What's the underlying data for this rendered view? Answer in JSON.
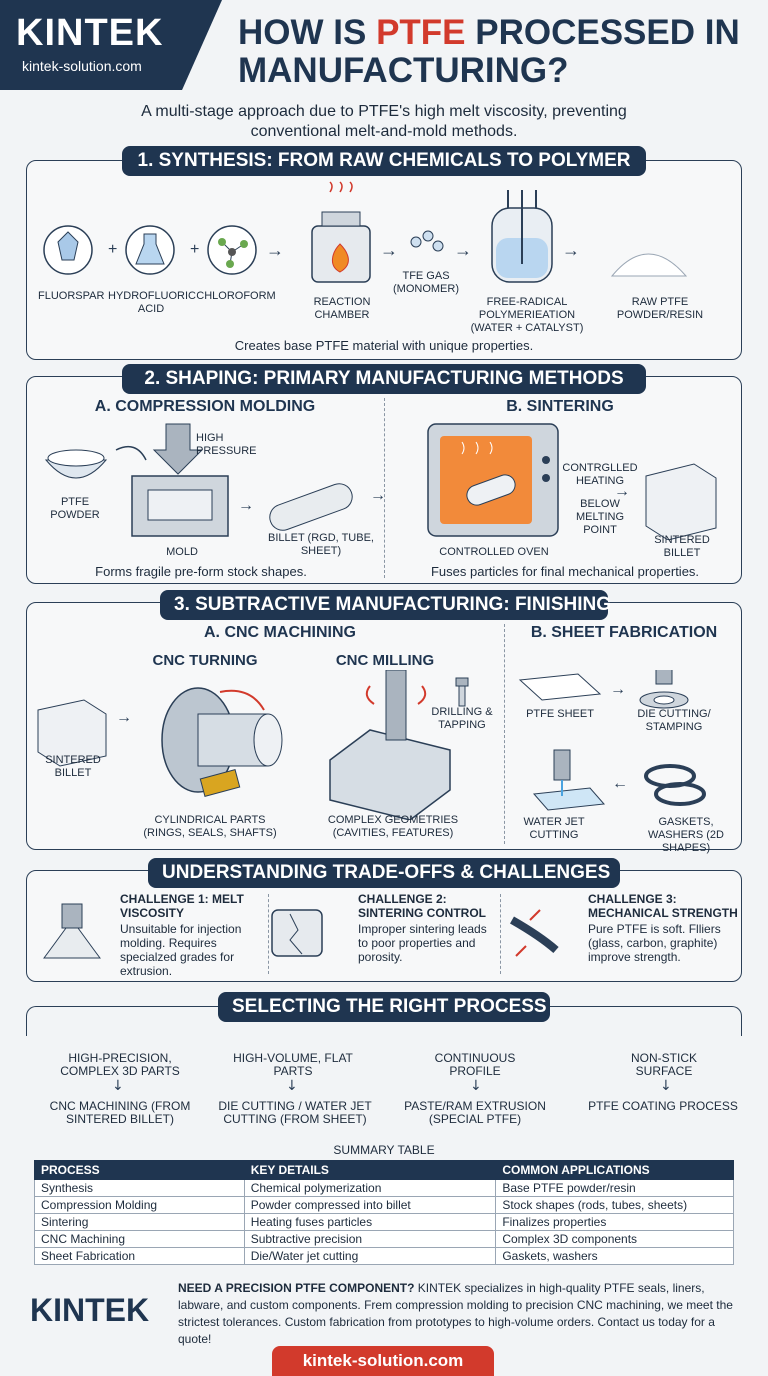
{
  "header": {
    "logo": "KINTEK",
    "url": "kintek-solution.com",
    "title_part1": "HOW IS ",
    "title_highlight": "PTFE",
    "title_part2": " PROCESSED IN MANUFACTURING?",
    "subtitle": "A multi-stage approach due to PTFE's high melt viscosity, preventing conventional melt-and-mold methods."
  },
  "synthesis": {
    "heading": "1. SYNTHESIS: FROM RAW CHEMICALS TO POLYMER",
    "fluorspar": "FLUORSPAR",
    "hf": "HYDROFLUORIC ACID",
    "chloroform": "CHLOROFORM",
    "chamber": "REACTION CHAMBER",
    "tfe": "TFE GAS (MONOMER)",
    "poly": "FREE-RADICAL POLYMERIEATION (WATER + CATALYST)",
    "raw": "RAW PTFE POWDER/RESIN",
    "note": "Creates base PTFE material with unique properties."
  },
  "shaping": {
    "heading": "2. SHAPING: PRIMARY MANUFACTURING METHODS",
    "a_title": "A. COMPRESSION MOLDING",
    "b_title": "B. SINTERING",
    "high_pressure": "HIGH PRESSURE",
    "powder": "PTFE POWDER",
    "mold": "MOLD",
    "billet": "BILLET (RGD, TUBE, SHEET)",
    "oven": "CONTROLLED OVEN",
    "heating": "CONTRGLLED HEATING",
    "below": "BELOW MELTING POINT",
    "sintered": "SINTERED BILLET",
    "a_note": "Forms fragile pre-form stock shapes.",
    "b_note": "Fuses particles for final mechanical properties."
  },
  "subtractive": {
    "heading": "3. SUBTRACTIVE MANUFACTURING: FINISHING",
    "a_title": "A. CNC MACHINING",
    "b_title": "B. SHEET FABRICATION",
    "turning": "CNC TURNING",
    "milling": "CNC MILLING",
    "sintered": "SINTERED BILLET",
    "drilling": "DRILLING & TAPPING",
    "cyl": "CYLINDRICAL PARTS (RINGS, SEALS, SHAFTS)",
    "complex": "COMPLEX GEOMETRIES (CAVITIES, FEATURES)",
    "sheet": "PTFE SHEET",
    "die": "DIE CUTTING/ STAMPING",
    "water": "WATER JET CUTTING",
    "gaskets": "GASKETS, WASHERS (2D SHAPES)"
  },
  "tradeoffs": {
    "heading": "UNDERSTANDING TRADE-OFFS & CHALLENGES",
    "c1_title": "CHALLENGE 1: MELT VISCOSITY",
    "c1_text": "Unsuitable for injection molding. Requires specialzed grades for extrusion.",
    "c2_title": "CHALLENGE 2: SINTERING CONTROL",
    "c2_text": "Improper sintering leads to poor properties and porosity.",
    "c3_title": "CHALLENGE 3: MECHANICAL STRENGTH",
    "c3_text": "Pure PTFE is soft. Flliers (glass, carbon, graphite) improve strength."
  },
  "selecting": {
    "heading": "SELECTING THE RIGHT PROCESS",
    "opt1_need": "HIGH-PRECISION, COMPLEX 3D PARTS",
    "opt1_proc": "CNC MACHINING (FROM SINTERED BILLET)",
    "opt2_need": "HIGH-VOLUME, FLAT PARTS",
    "opt2_proc": "DIE CUTTING / WATER JET CUTTING (FROM SHEET)",
    "opt3_need": "CONTINUOUS PROFILE",
    "opt3_proc": "PASTE/RAM EXTRUSION (SPECIAL PTFE)",
    "opt4_need": "NON-STICK SURFACE",
    "opt4_proc": "PTFE COATING PROCESS"
  },
  "table": {
    "caption": "SUMMARY TABLE",
    "headers": [
      "PROCESS",
      "KEY DETAILS",
      "COMMON APPLICATIONS"
    ],
    "rows": [
      [
        "Synthesis",
        "Chemical polymerization",
        "Base PTFE powder/resin"
      ],
      [
        "Compression Molding",
        "Powder compressed into billet",
        "Stock shapes (rods, tubes, sheets)"
      ],
      [
        "Sintering",
        "Heating fuses particles",
        "Finalizes properties"
      ],
      [
        "CNC Machining",
        "Subtractive precision",
        "Complex 3D components"
      ],
      [
        "Sheet Fabrication",
        "Die/Water jet cutting",
        "Gaskets, washers"
      ]
    ]
  },
  "footer": {
    "logo": "KINTEK",
    "cta_bold": "NEED A PRECISION PTFE COMPONENT?",
    "cta_text": " KINTEK specializes in high-quality PTFE seals, liners, labware, and custom components. Frem compression molding to precision CNC machining, we meet the strictest tolerances. Custom fabrication from prototypes to high-volume orders. Contact us today for a quote!",
    "url": "kintek-solution.com"
  },
  "colors": {
    "navy": "#1f3550",
    "red": "#d23a2c"
  }
}
